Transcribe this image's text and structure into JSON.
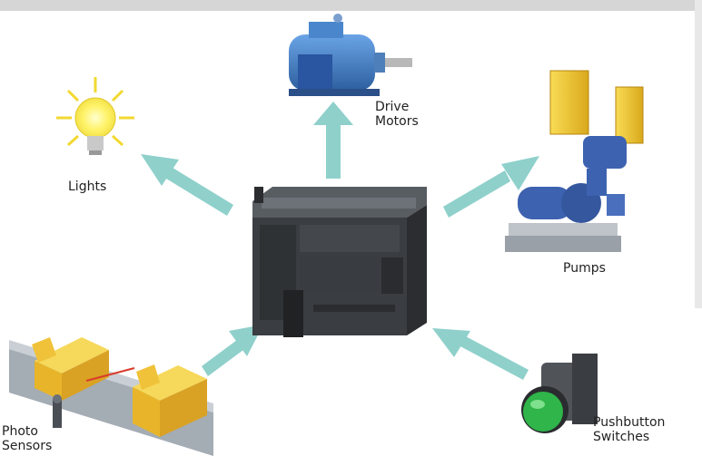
{
  "colors": {
    "arrow": "#8fd0cb",
    "plc_body": "#3a3d41",
    "plc_top": "#52575c",
    "motor": "#3f7bc4",
    "pump_tank": "#f3c733",
    "pump_body": "#3d62b0",
    "box": "#f0c23a",
    "conveyor": "#9aa2aa",
    "button_green": "#2fb54a",
    "bulb_glow": "#fff36a"
  },
  "icons": [
    "plc-icon",
    "bulb-icon",
    "motor-icon",
    "pump-icon",
    "conveyor-icon",
    "pushbutton-icon"
  ],
  "labels": {
    "lights": "Lights",
    "drive_motors": "Drive\nMotors",
    "pumps": "Pumps",
    "photo_sensors": "Photo\nSensors",
    "pushbutton_switches": "Pushbutton\nSwitches"
  }
}
